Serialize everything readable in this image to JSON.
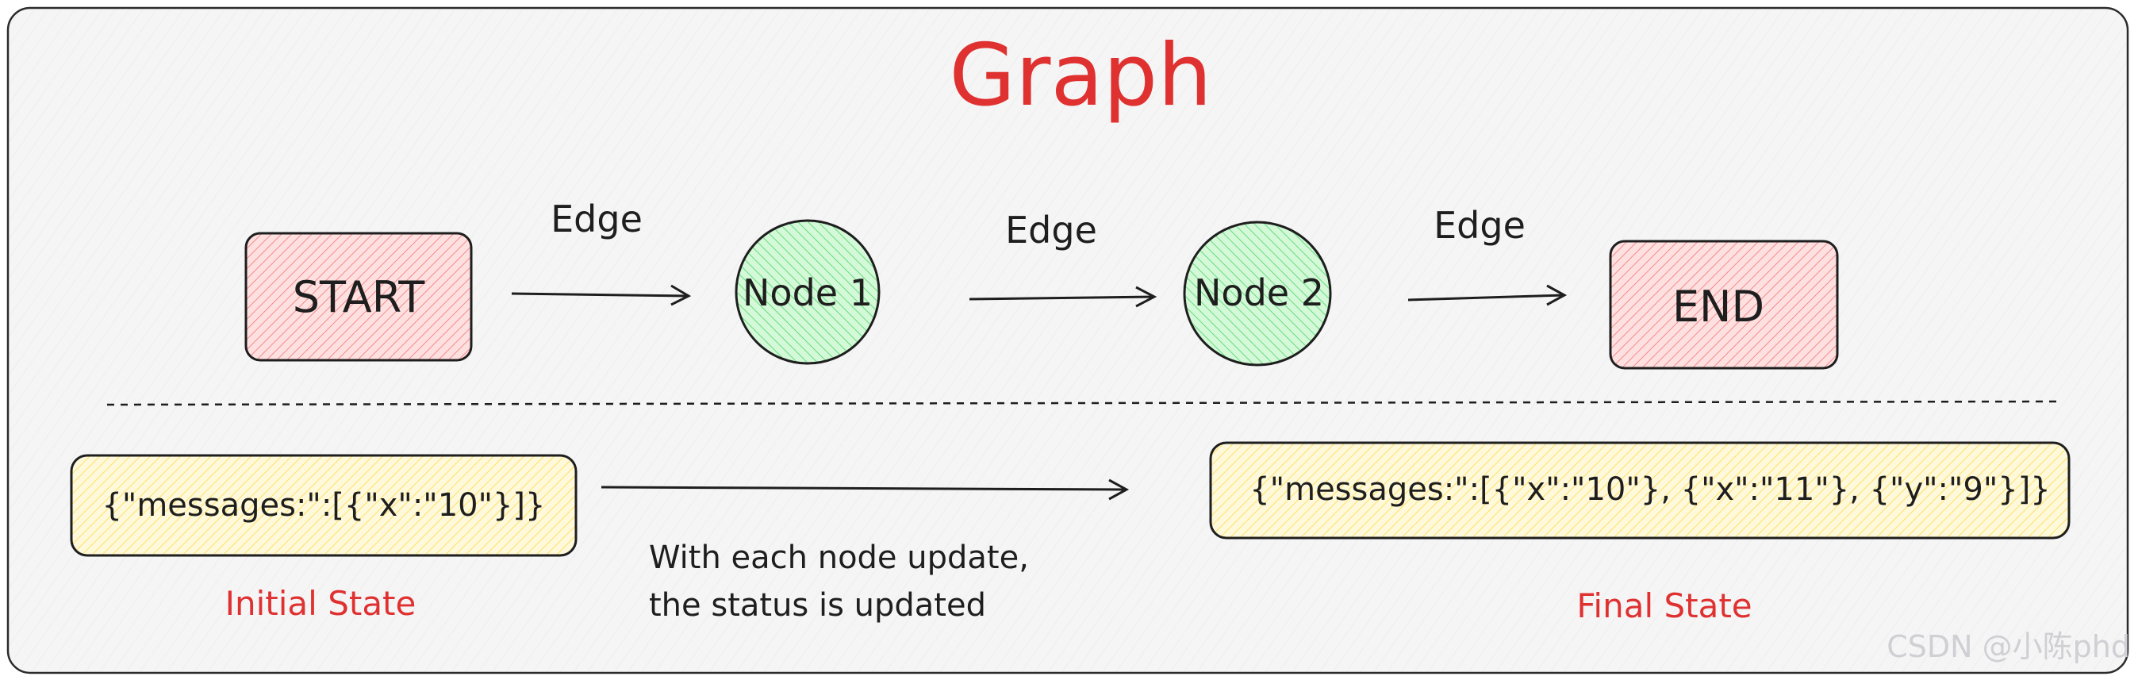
{
  "title": "Graph",
  "nodes": {
    "start": "START",
    "node1": "Node 1",
    "node2": "Node 2",
    "end": "END"
  },
  "edges": {
    "edge1": "Edge",
    "edge2": "Edge",
    "edge3": "Edge"
  },
  "states": {
    "initial_value": "{\"messages:\":[{\"x\":\"10\"}]}",
    "initial_label": "Initial State",
    "final_value": "{\"messages:\":[{\"x\":\"10\"}, {\"x\":\"11\"}, {\"y\":\"9\"}]}",
    "final_label": "Final State"
  },
  "note": {
    "line1": "With each node update,",
    "line2": "the status is updated"
  },
  "watermark": "CSDN @小陈phd",
  "colors": {
    "title": "#e03131",
    "label_red": "#e03131",
    "terminal_fill": "#ffc9c9",
    "node_fill": "#b2f2bb",
    "state_fill": "#fff3bf",
    "stroke": "#1e1e1e"
  }
}
